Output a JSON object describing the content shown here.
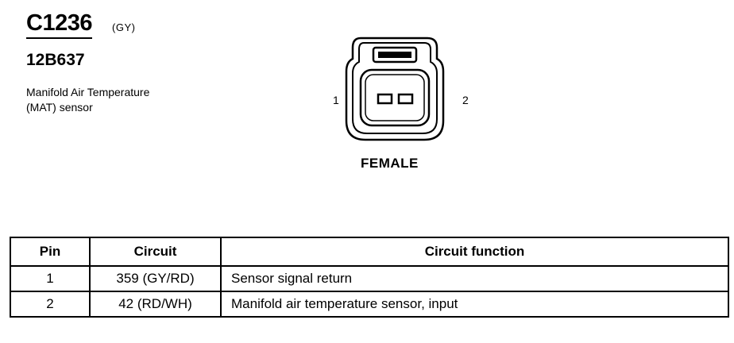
{
  "header": {
    "connector_code": "C1236",
    "color_code": "(GY)",
    "part_number": "12B637",
    "description_lines": [
      "Manifold Air Temperature",
      "(MAT) sensor"
    ]
  },
  "connector_view": {
    "pin_left_label": "1",
    "pin_right_label": "2",
    "gender": "FEMALE",
    "terminal_count": 2
  },
  "pin_table": {
    "columns": [
      "Pin",
      "Circuit",
      "Circuit function"
    ],
    "rows": [
      {
        "pin": "1",
        "circuit": "359 (GY/RD)",
        "function": "Sensor signal return"
      },
      {
        "pin": "2",
        "circuit": "42 (RD/WH)",
        "function": "Manifold air temperature sensor, input"
      }
    ]
  }
}
